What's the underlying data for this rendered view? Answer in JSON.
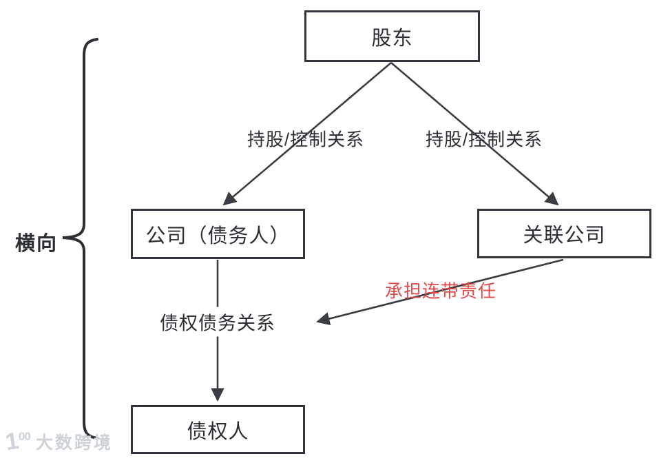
{
  "diagram": {
    "nodes": {
      "shareholder": "股东",
      "company": "公司（债务人）",
      "affiliate": "关联公司",
      "creditor": "债权人"
    },
    "edge_labels": {
      "holding_left": "持股/控制关系",
      "holding_right": "持股/控制关系",
      "debt_relation": "债权债务关系",
      "joint_liability": "承担连带责任"
    },
    "side_label": "横向",
    "colors": {
      "line": "#3a3d42",
      "box_border": "#33363c",
      "text": "#2b2e33",
      "accent_red": "#e24a4a",
      "watermark": "#cdd2d9"
    }
  },
  "watermark": {
    "logo": "1",
    "logo_sup": "00",
    "text": "大数跨境"
  }
}
